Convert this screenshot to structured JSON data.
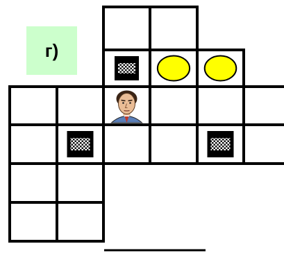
{
  "panel_label": "г)",
  "colors": {
    "label_background": "#ccffcc",
    "grid_line": "#000000",
    "coin": "#ffff00",
    "checker_dark": "#111111",
    "checker_light": "#ffffff"
  },
  "board": {
    "cells": [
      {
        "row": 0,
        "col": 2
      },
      {
        "row": 0,
        "col": 3
      },
      {
        "row": 1,
        "col": 2
      },
      {
        "row": 1,
        "col": 3
      },
      {
        "row": 1,
        "col": 4
      },
      {
        "row": 2,
        "col": 0
      },
      {
        "row": 2,
        "col": 1
      },
      {
        "row": 2,
        "col": 2
      },
      {
        "row": 2,
        "col": 3
      },
      {
        "row": 2,
        "col": 4
      },
      {
        "row": 2,
        "col": 5
      },
      {
        "row": 3,
        "col": 0
      },
      {
        "row": 3,
        "col": 1
      },
      {
        "row": 3,
        "col": 2
      },
      {
        "row": 3,
        "col": 3
      },
      {
        "row": 3,
        "col": 4
      },
      {
        "row": 3,
        "col": 5
      },
      {
        "row": 4,
        "col": 0
      },
      {
        "row": 4,
        "col": 1
      },
      {
        "row": 5,
        "col": 0
      },
      {
        "row": 5,
        "col": 1
      }
    ],
    "pieces": [
      {
        "type": "checker-box",
        "icon": "checkered-box-icon",
        "row": 1,
        "col": 2
      },
      {
        "type": "coin",
        "icon": "yellow-coin-icon",
        "row": 1,
        "col": 3
      },
      {
        "type": "coin",
        "icon": "yellow-coin-icon",
        "row": 1,
        "col": 4
      },
      {
        "type": "player",
        "icon": "man-portrait-icon",
        "row": 2,
        "col": 2
      },
      {
        "type": "checker-box",
        "icon": "checkered-box-icon",
        "row": 3,
        "col": 1
      },
      {
        "type": "checker-box",
        "icon": "checkered-box-icon",
        "row": 3,
        "col": 4
      }
    ]
  }
}
